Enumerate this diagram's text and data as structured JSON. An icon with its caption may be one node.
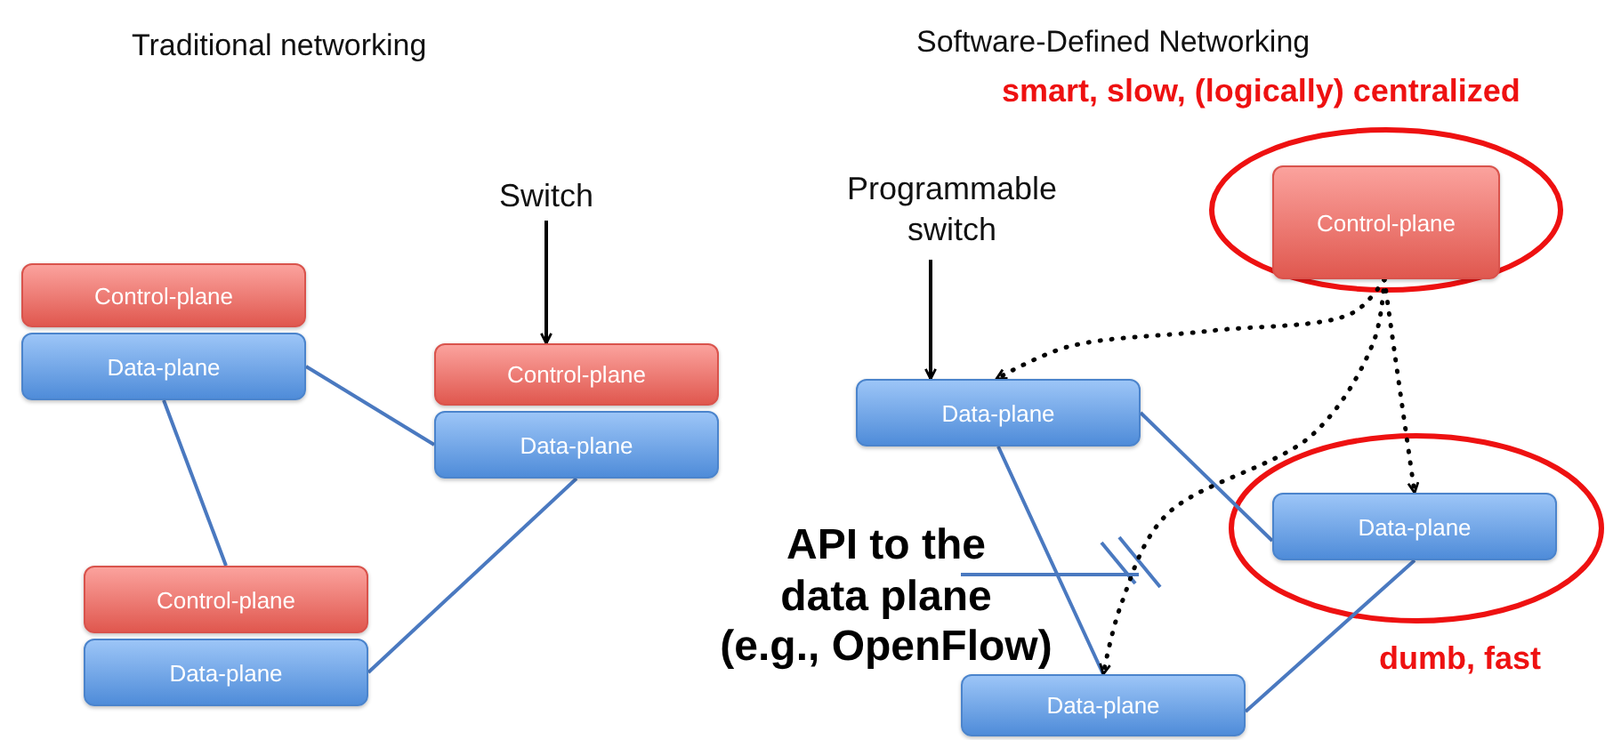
{
  "diagram": {
    "nodes": [
      {
        "text": [
          "Control-plane"
        ]
      },
      {
        "text": [
          "Data-plane"
        ]
      },
      {
        "text": [
          "Control-plane"
        ]
      },
      {
        "text": [
          "Data-plane"
        ]
      },
      {
        "text": [
          "Control-plane"
        ]
      },
      {
        "text": [
          "Data-plane"
        ]
      },
      {
        "text": [
          "Switch"
        ]
      },
      {
        "text": [
          "Programmable switch"
        ]
      },
      {
        "text": [
          "Control-plane"
        ],
        "beside": [
          "smart, slow, (logically) centralized"
        ]
      },
      {
        "text": [
          "Data-plane"
        ]
      },
      {
        "text": [
          "Data-plane"
        ],
        "beside": [
          "dumb, fast"
        ]
      },
      {
        "text": [
          "Data-plane"
        ]
      },
      {
        "text": [
          "API to the data plane (e.g., OpenFlow)"
        ]
      }
    ],
    "edges": [
      {
        "from": 1,
        "to": 3,
        "arrow": "none"
      },
      {
        "from": 1,
        "to": 4,
        "arrow": "none"
      },
      {
        "from": 3,
        "to": 5,
        "arrow": "none"
      },
      {
        "from": 6,
        "to": 2,
        "arrow": "to",
        "color": "#000000"
      },
      {
        "from": 7,
        "to": 9,
        "arrow": "to",
        "color": "#000000"
      },
      {
        "from": 9,
        "to": 10,
        "arrow": "none"
      },
      {
        "from": 9,
        "to": 11,
        "arrow": "none"
      },
      {
        "from": 10,
        "to": 11,
        "arrow": "none"
      },
      {
        "from": 8,
        "to": 9,
        "arrow": "to",
        "style": "dashed",
        "color": "#000000"
      },
      {
        "from": 8,
        "to": 10,
        "arrow": "to",
        "style": "dashed",
        "color": "#000000"
      },
      {
        "from": 8,
        "to": 11,
        "arrow": "to",
        "style": "dashed",
        "color": "#000000"
      },
      {
        "from": 12,
        "to": null,
        "arrow": "none"
      }
    ],
    "labels": [
      "Traditional networking",
      "Software-Defined Networking"
    ]
  }
}
